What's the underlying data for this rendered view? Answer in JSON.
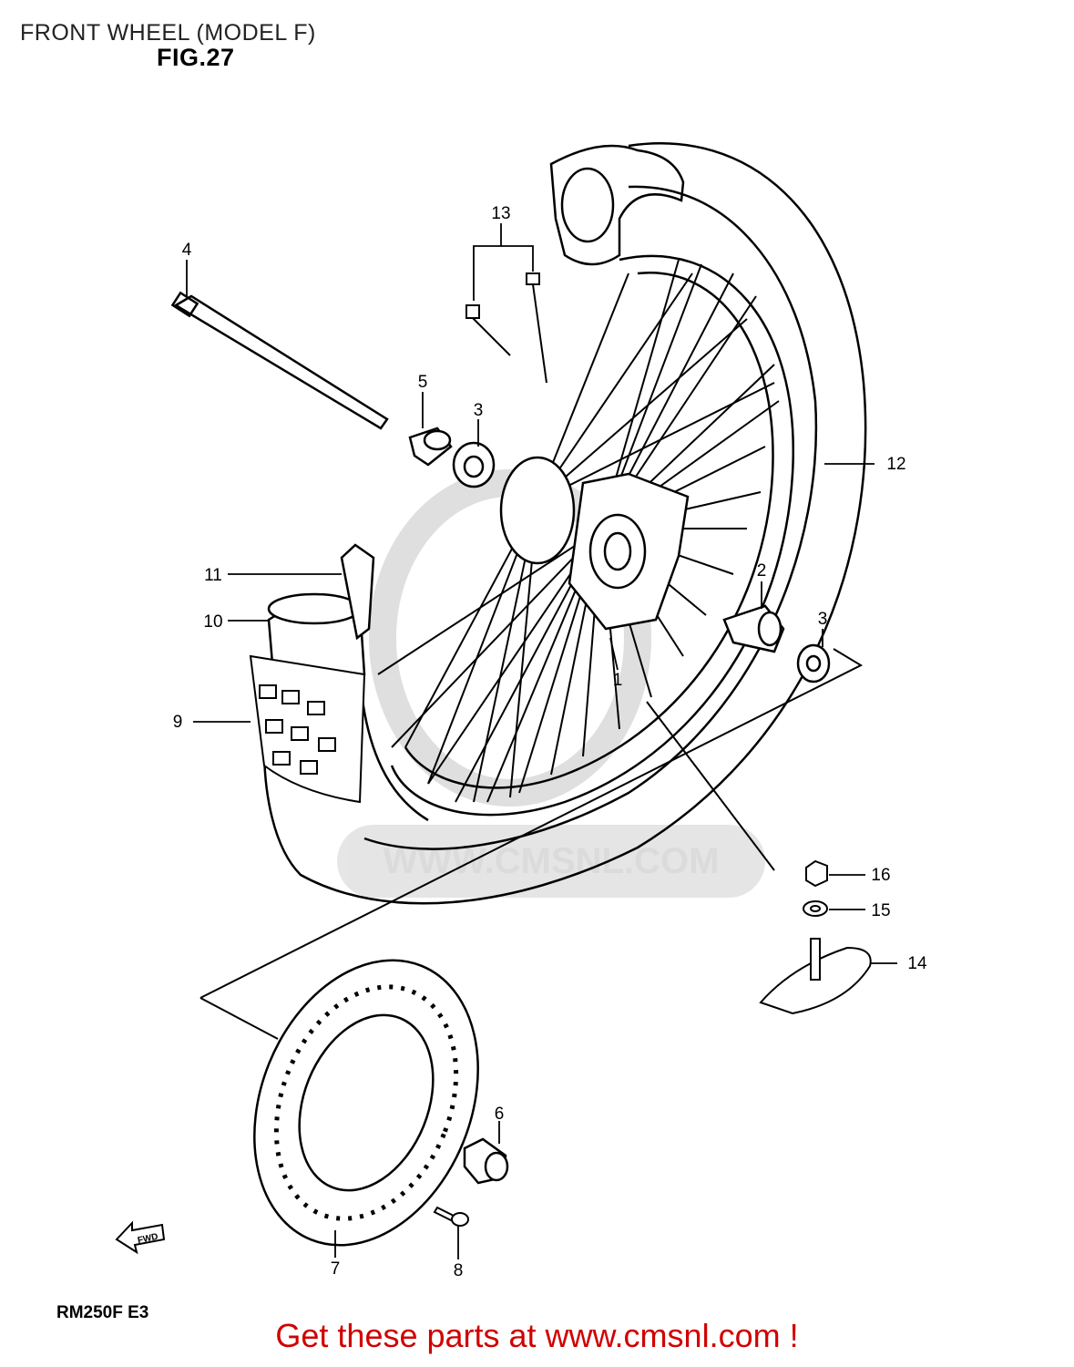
{
  "header": {
    "title": "FRONT WHEEL (MODEL F)",
    "figure": "FIG.27"
  },
  "watermark": {
    "text": "WWW.CMSNL.COM",
    "color": "#d9d9d9"
  },
  "callouts": [
    "1",
    "2",
    "3",
    "3",
    "4",
    "5",
    "6",
    "7",
    "8",
    "9",
    "10",
    "11",
    "12",
    "13",
    "14",
    "15",
    "16"
  ],
  "footer": {
    "model_code": "RM250F  E3",
    "direction_label": "FWD",
    "cta": "Get these parts at www.cmsnl.com !",
    "cta_color": "#d00000"
  }
}
